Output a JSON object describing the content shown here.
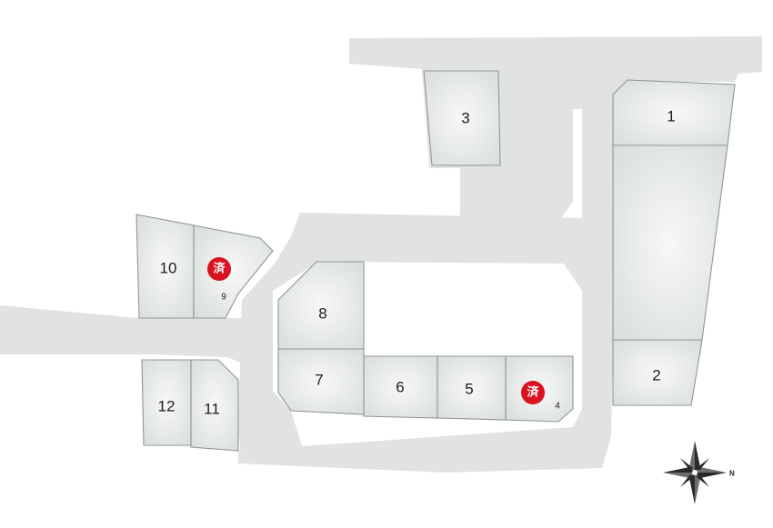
{
  "lots": [
    {
      "id": "1",
      "label": "1",
      "sold": false
    },
    {
      "id": "2",
      "label": "2",
      "sold": false
    },
    {
      "id": "3",
      "label": "3",
      "sold": false
    },
    {
      "id": "4",
      "label": "4",
      "sold": true
    },
    {
      "id": "5",
      "label": "5",
      "sold": false
    },
    {
      "id": "6",
      "label": "6",
      "sold": false
    },
    {
      "id": "7",
      "label": "7",
      "sold": false
    },
    {
      "id": "8",
      "label": "8",
      "sold": false
    },
    {
      "id": "9",
      "label": "9",
      "sold": true
    },
    {
      "id": "10",
      "label": "10",
      "sold": false
    },
    {
      "id": "11",
      "label": "11",
      "sold": false
    },
    {
      "id": "12",
      "label": "12",
      "sold": false
    }
  ],
  "sold_mark": "済",
  "compass": {
    "label": "N",
    "icon": "compass-rose-icon"
  },
  "colors": {
    "road": "#e1e2e2",
    "lot_fill_light": "#f7f8f7",
    "lot_fill_dark": "#d6dcd8",
    "lot_border": "#8f9792",
    "sold_badge": "#d9121f"
  }
}
